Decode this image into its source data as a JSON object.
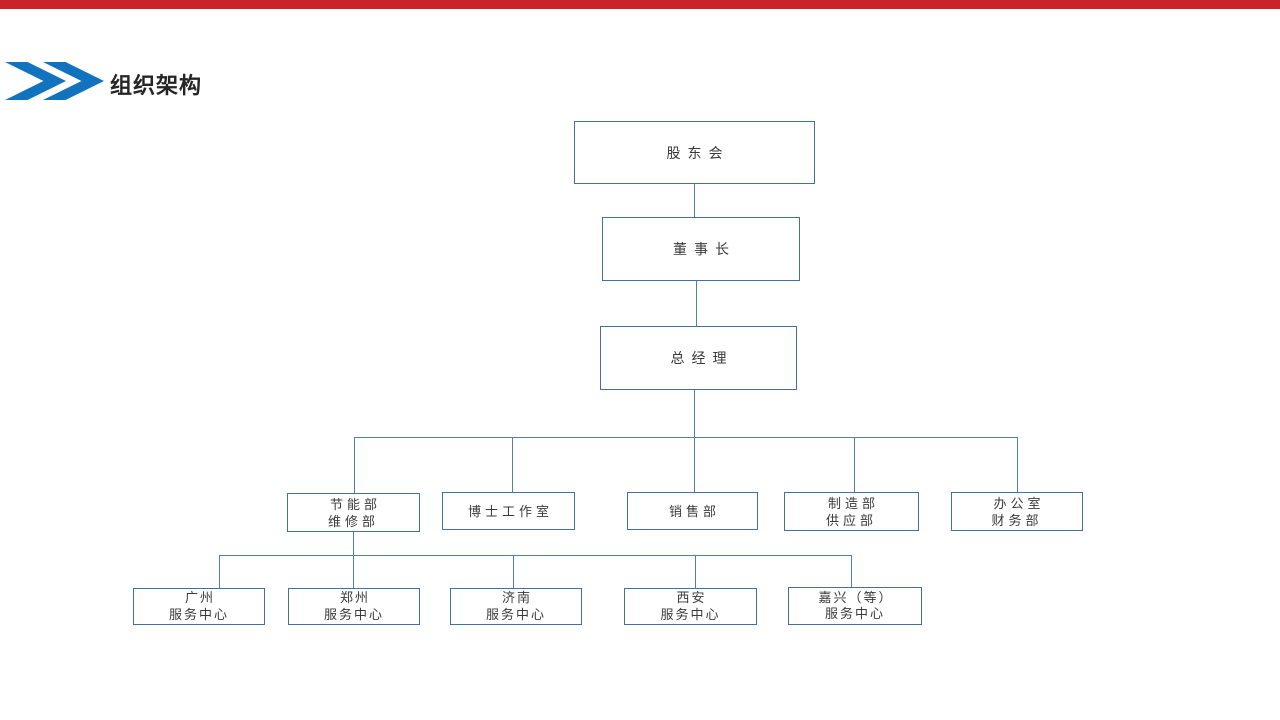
{
  "slide": {
    "accent_bar_color": "#C9242B",
    "background_color": "#FFFFFF"
  },
  "header": {
    "title": "组织架构",
    "chevron_icon_color": "#1173BE"
  },
  "chart": {
    "type": "org-chart",
    "box_border_color": "#41719C",
    "connector_color": "#4F81AD",
    "nodes": [
      {
        "id": "shareholders",
        "level": 1,
        "label": "股东会"
      },
      {
        "id": "chairman",
        "level": 2,
        "label": "董事长",
        "parent": "shareholders"
      },
      {
        "id": "general-manager",
        "level": 3,
        "label": "总经理",
        "parent": "chairman"
      },
      {
        "id": "energy-maintenance",
        "level": 4,
        "label": "节能部\n维修部",
        "parent": "general-manager"
      },
      {
        "id": "doctor-studio",
        "level": 4,
        "label": "博士工作室",
        "parent": "general-manager"
      },
      {
        "id": "sales",
        "level": 4,
        "label": "销售部",
        "parent": "general-manager"
      },
      {
        "id": "manufacturing-supply",
        "level": 4,
        "label": "制造部\n供应部",
        "parent": "general-manager"
      },
      {
        "id": "office-finance",
        "level": 4,
        "label": "办公室\n财务部",
        "parent": "general-manager"
      },
      {
        "id": "guangzhou-center",
        "level": 5,
        "label": "广州\n服务中心",
        "parent": "energy-maintenance"
      },
      {
        "id": "zhengzhou-center",
        "level": 5,
        "label": "郑州\n服务中心",
        "parent": "energy-maintenance"
      },
      {
        "id": "jinan-center",
        "level": 5,
        "label": "济南\n服务中心",
        "parent": "energy-maintenance"
      },
      {
        "id": "xian-center",
        "level": 5,
        "label": "西安\n服务中心",
        "parent": "energy-maintenance"
      },
      {
        "id": "jiaxing-center",
        "level": 5,
        "label": "嘉兴（等）\n服务中心",
        "parent": "energy-maintenance"
      }
    ]
  }
}
